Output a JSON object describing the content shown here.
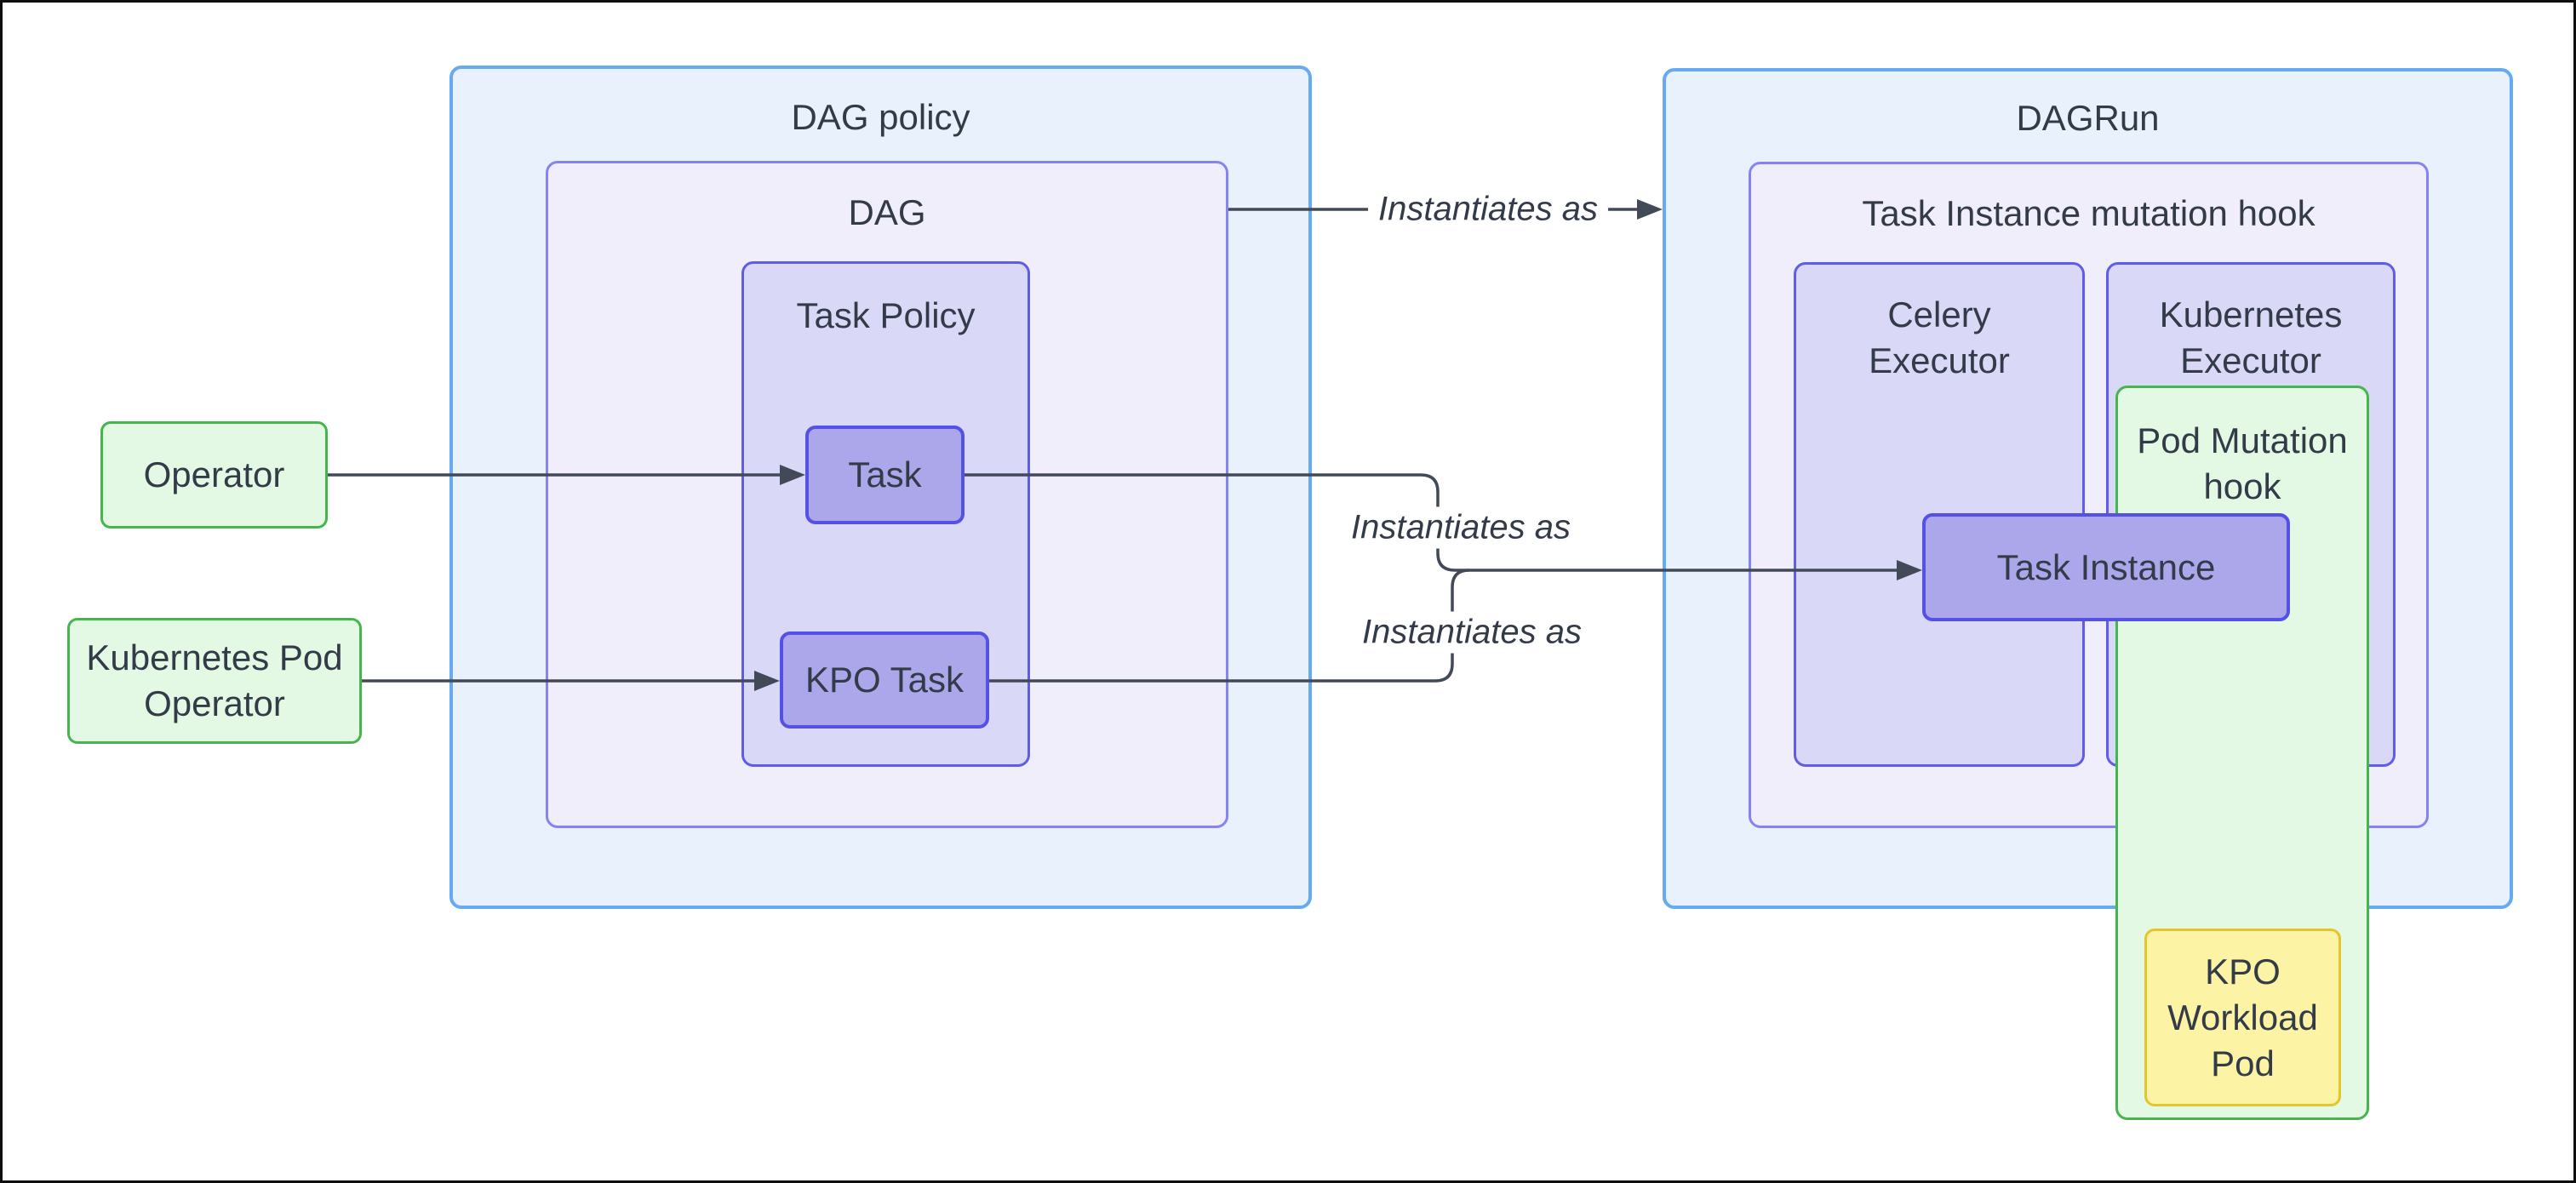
{
  "diagram": {
    "containers": {
      "dag_policy": {
        "label": "DAG policy"
      },
      "dag": {
        "label": "DAG"
      },
      "task_policy": {
        "label": "Task Policy"
      },
      "dagrun": {
        "label": "DAGRun"
      },
      "ti_mutation_hook": {
        "label": "Task Instance mutation hook"
      },
      "celery_executor": {
        "label": "Celery Executor"
      },
      "kubernetes_executor": {
        "label": "Kubernetes Executor"
      },
      "pod_mutation_hook": {
        "label": "Pod Mutation hook"
      }
    },
    "nodes": {
      "operator": {
        "label": "Operator"
      },
      "kubernetes_pod_operator": {
        "label": "Kubernetes Pod Operator"
      },
      "task": {
        "label": "Task"
      },
      "kpo_task": {
        "label": "KPO Task"
      },
      "task_instance": {
        "label": "Task Instance"
      },
      "kpo_workload_pod": {
        "label": "KPO Workload Pod"
      }
    },
    "edges": {
      "dag_to_dagrun": {
        "label": "Instantiates as"
      },
      "task_to_task_instance": {
        "label": "Instantiates as"
      },
      "kpo_task_to_task_instance": {
        "label": "Instantiates as"
      }
    },
    "colors": {
      "blue_container_fill": "#e9f1fd",
      "blue_container_border": "#66aaf4",
      "lavender_container_fill": "#f0eefb",
      "lavender_container_border": "#8583f2",
      "purple_container_fill": "#d9d8f7",
      "purple_container_border": "#5e5ce8",
      "purple_node_fill": "#aba7ea",
      "purple_node_border": "#5550e6",
      "green_fill": "#e3f9e4",
      "green_border": "#46b54e",
      "yellow_fill": "#fcf3a4",
      "yellow_border": "#e6c42e",
      "text": "#343b48",
      "edge_line": "#424957"
    }
  }
}
